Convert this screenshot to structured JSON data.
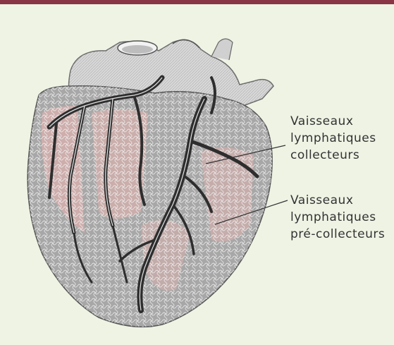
{
  "labels": {
    "collector": [
      "Vaisseaux",
      "lymphatiques",
      "collecteurs"
    ],
    "precollector": [
      "Vaisseaux",
      "lymphatiques",
      "pré-collecteurs"
    ]
  },
  "colors": {
    "frame_background": "#eef3e4",
    "top_rule": "#8a3545",
    "vessel_dark": "#2e2e2e",
    "tissue_pink": "#d9b0ad"
  },
  "icons": [
    "heart-illustration"
  ]
}
